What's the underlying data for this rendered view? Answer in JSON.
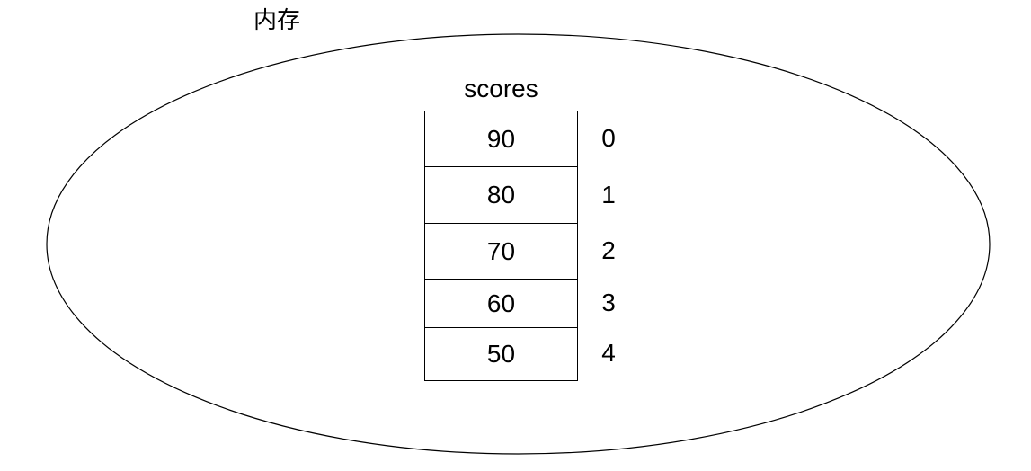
{
  "diagram": {
    "memory_label": "内存",
    "array_name": "scores",
    "cells": [
      {
        "value": "90",
        "index": "0"
      },
      {
        "value": "80",
        "index": "1"
      },
      {
        "value": "70",
        "index": "2"
      },
      {
        "value": "60",
        "index": "3"
      },
      {
        "value": "50",
        "index": "4"
      }
    ],
    "colors": {
      "background": "#ffffff",
      "line": "#000000",
      "text": "#000000"
    }
  }
}
